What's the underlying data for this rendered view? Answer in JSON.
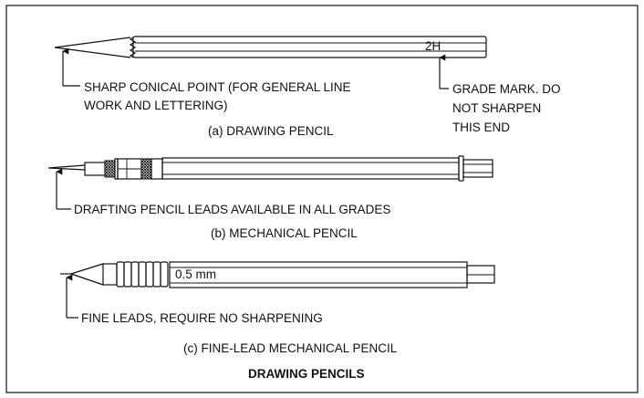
{
  "figure": {
    "title": "DRAWING PENCILS",
    "drawing_pencil": {
      "grade_label": "2H",
      "callout_point": [
        "SHARP CONICAL POINT (FOR GENERAL LINE",
        "WORK AND LETTERING)"
      ],
      "callout_grade": [
        "GRADE MARK. DO",
        "NOT SHARPEN",
        "THIS END"
      ],
      "caption": "(a) DRAWING PENCIL"
    },
    "mechanical_pencil": {
      "callout": "DRAFTING PENCIL LEADS AVAILABLE IN ALL GRADES",
      "caption": "(b) MECHANICAL PENCIL"
    },
    "fine_lead_pencil": {
      "size_label": "0.5 mm",
      "callout": "FINE LEADS, REQUIRE NO SHARPENING",
      "caption": "(c) FINE-LEAD MECHANICAL PENCIL"
    }
  }
}
